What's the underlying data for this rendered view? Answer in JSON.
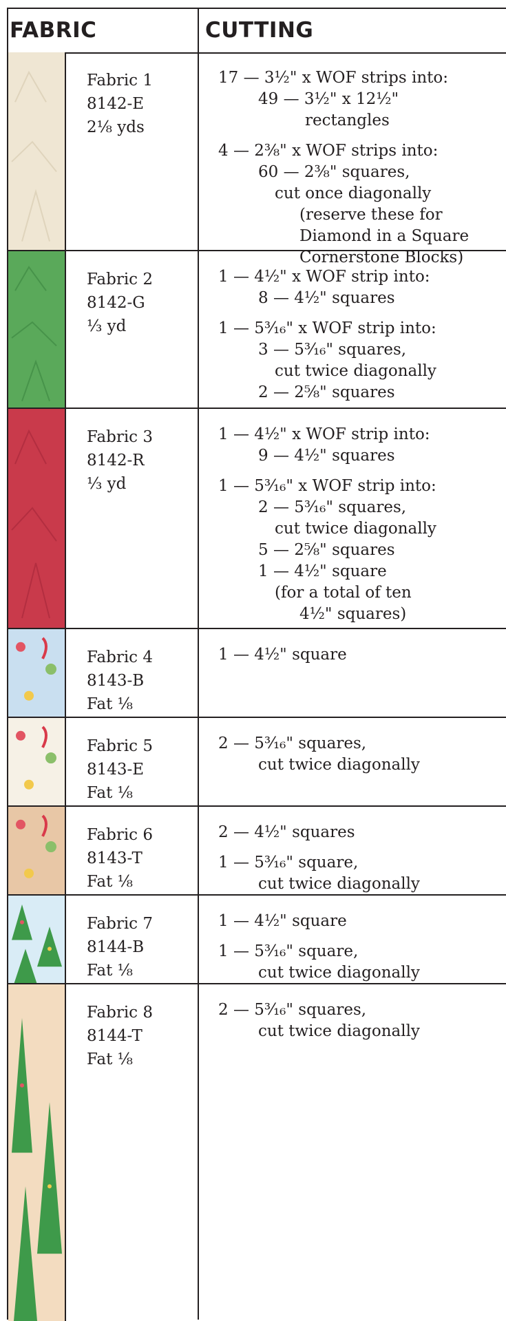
{
  "header": {
    "col_fabric": "FABRIC",
    "col_cutting": "CUTTING"
  },
  "colors": {
    "border": "#231f20",
    "cream": "#efe6d3",
    "green": "#5aa95a",
    "red": "#c93a4b",
    "blue": "#c9dff0",
    "peach": "#e8c7a6",
    "tree": "#d9ecf6"
  },
  "rows": [
    {
      "fabric": {
        "name": "Fabric 1",
        "code": "8142-E",
        "qty": "2⅛ yds"
      },
      "swatch_color": "#efe6d3",
      "cutting": [
        [
          "17 — 3½\" x WOF strips into:",
          "49 — 3½\" x 12½\"",
          "rectangles"
        ],
        [
          "4 — 2⅜\" x WOF strips into:",
          "60 — 2⅜\" squares,",
          "cut once diagonally",
          "(reserve these for",
          "Diamond in a Square",
          "Cornerstone Blocks)"
        ]
      ]
    },
    {
      "fabric": {
        "name": "Fabric 2",
        "code": "8142-G",
        "qty": "⅓ yd"
      },
      "swatch_color": "#5aa95a",
      "cutting": [
        [
          "1 — 4½\" x WOF strip into:",
          "8 — 4½\" squares"
        ],
        [
          "1 — 5³⁄₁₆\" x WOF strip into:",
          "3 — 5³⁄₁₆\" squares,",
          "cut twice diagonally",
          "2 — 2⅝\" squares"
        ]
      ]
    },
    {
      "fabric": {
        "name": "Fabric 3",
        "code": "8142-R",
        "qty": "⅓ yd"
      },
      "swatch_color": "#c93a4b",
      "cutting": [
        [
          "1 — 4½\" x WOF strip into:",
          "9 — 4½\" squares"
        ],
        [
          "1 — 5³⁄₁₆\" x WOF strip into:",
          "2 — 5³⁄₁₆\" squares,",
          "cut twice diagonally",
          "5 — 2⅝\" squares",
          "1 — 4½\" square",
          "(for a total of ten",
          "4½\" squares)"
        ]
      ]
    },
    {
      "fabric": {
        "name": "Fabric 4",
        "code": "8143-B",
        "qty": "Fat ⅛"
      },
      "swatch_color": "#c9dff0",
      "cutting": [
        [
          "1 — 4½\" square"
        ]
      ]
    },
    {
      "fabric": {
        "name": "Fabric 5",
        "code": "8143-E",
        "qty": "Fat ⅛"
      },
      "swatch_color": "#f6f1e6",
      "cutting": [
        [
          "2 — 5³⁄₁₆\" squares,",
          "cut twice diagonally"
        ]
      ]
    },
    {
      "fabric": {
        "name": "Fabric 6",
        "code": "8143-T",
        "qty": "Fat ⅛"
      },
      "swatch_color": "#e8c7a6",
      "cutting": [
        [
          "2 — 4½\" squares"
        ],
        [
          "1 — 5³⁄₁₆\" square,",
          "cut twice diagonally"
        ]
      ]
    },
    {
      "fabric": {
        "name": "Fabric 7",
        "code": "8144-B",
        "qty": "Fat ⅛"
      },
      "swatch_color": "#d9ecf6",
      "cutting": [
        [
          "1 — 4½\" square"
        ],
        [
          "1 — 5³⁄₁₆\" square,",
          "cut twice diagonally"
        ]
      ]
    },
    {
      "fabric": {
        "name": "Fabric 8",
        "code": "8144-T",
        "qty": "Fat ⅛"
      },
      "swatch_color": "#f3dcc0",
      "cutting": [
        [
          "2 — 5³⁄₁₆\" squares,",
          "cut twice diagonally"
        ]
      ]
    }
  ]
}
